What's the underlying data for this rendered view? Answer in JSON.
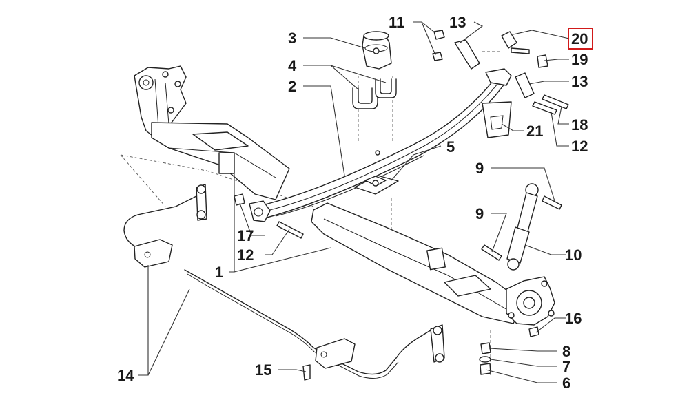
{
  "callouts": {
    "c1": "1",
    "c2": "2",
    "c3": "3",
    "c4": "4",
    "c5": "5",
    "c6": "6",
    "c7": "7",
    "c8": "8",
    "c9a": "9",
    "c9b": "9",
    "c10": "10",
    "c11": "11",
    "c12a": "12",
    "c12b": "12",
    "c13a": "13",
    "c13b": "13",
    "c14": "14",
    "c15": "15",
    "c16": "16",
    "c17": "17",
    "c18": "18",
    "c19": "19",
    "c20": "20",
    "c21": "21"
  },
  "highlight": {
    "callout": "20",
    "color": "#d11a1a"
  },
  "colors": {
    "line": "#222222",
    "background": "#ffffff"
  }
}
